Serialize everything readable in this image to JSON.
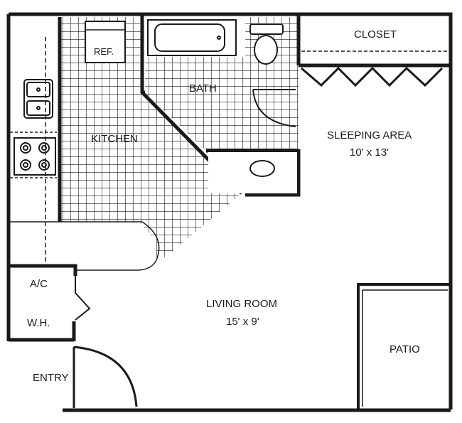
{
  "rooms": {
    "closet": "CLOSET",
    "bath": "BATH",
    "ref": "REF.",
    "kitchen": "KITCHEN",
    "sleeping_area": "SLEEPING AREA",
    "sleeping_area_size": "10' x 13'",
    "living_room": "LIVING ROOM",
    "living_room_size": "15' x 9'",
    "ac": "A/C",
    "wh": "W.H.",
    "entry": "ENTRY",
    "patio": "PATIO"
  },
  "colors": {
    "wall": "#1a1a1a",
    "tile": "#1a1a1a",
    "background": "#ffffff"
  }
}
